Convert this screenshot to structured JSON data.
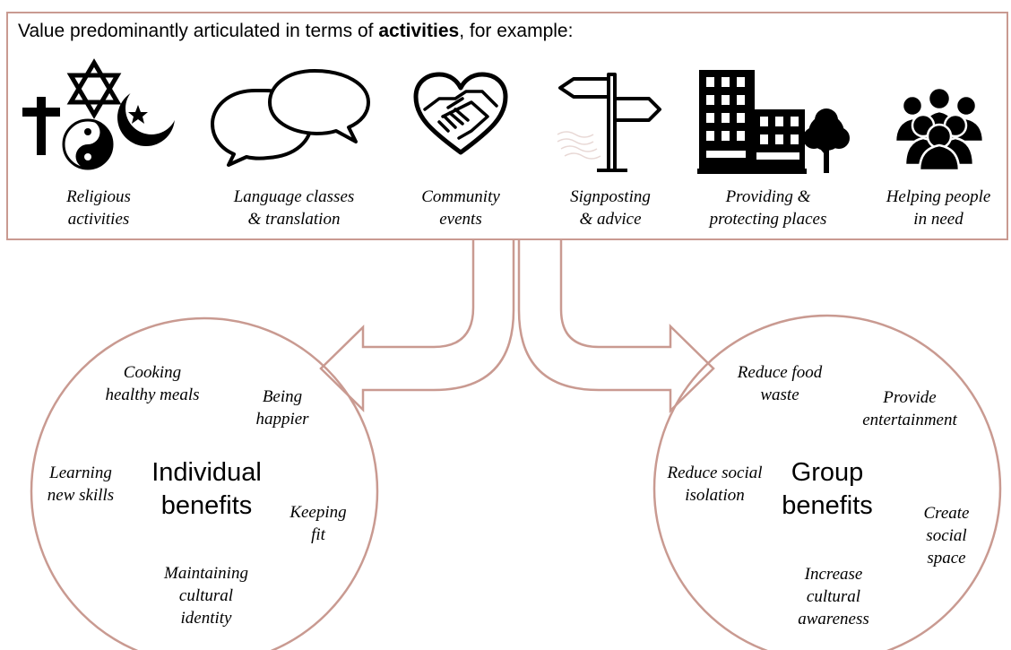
{
  "header": {
    "prefix": "Value predominantly articulated in terms of ",
    "emphasis": "activities",
    "suffix": ", for example:"
  },
  "activities": [
    {
      "icon": "religious-symbols-icon",
      "line1": "Religious",
      "line2": "activities"
    },
    {
      "icon": "speech-bubbles-icon",
      "line1": "Language classes",
      "line2": "& translation"
    },
    {
      "icon": "heart-handshake-icon",
      "line1": "Community",
      "line2": "events"
    },
    {
      "icon": "signpost-icon",
      "line1": "Signposting",
      "line2": "& advice"
    },
    {
      "icon": "building-tree-icon",
      "line1": "Providing &",
      "line2": "protecting places"
    },
    {
      "icon": "people-group-icon",
      "line1": "Helping people",
      "line2": "in need"
    }
  ],
  "individual": {
    "title_line1": "Individual",
    "title_line2": "benefits",
    "items": [
      {
        "line1": "Cooking",
        "line2": "healthy meals"
      },
      {
        "line1": "Being",
        "line2": "happier"
      },
      {
        "line1": "Learning",
        "line2": "new skills"
      },
      {
        "line1": "Keeping",
        "line2": "fit"
      },
      {
        "line1": "Maintaining",
        "line2": "cultural",
        "line3": "identity"
      }
    ]
  },
  "group": {
    "title_line1": "Group",
    "title_line2": "benefits",
    "items": [
      {
        "line1": "Reduce food",
        "line2": "waste"
      },
      {
        "line1": "Provide",
        "line2": "entertainment"
      },
      {
        "line1": "Reduce social",
        "line2": "isolation"
      },
      {
        "line1": "Create",
        "line2": "social",
        "line3": "space"
      },
      {
        "line1": "Increase",
        "line2": "cultural",
        "line3": "awareness"
      }
    ]
  },
  "colors": {
    "outline": "#c99a91",
    "icon": "#000000",
    "text": "#000000"
  }
}
